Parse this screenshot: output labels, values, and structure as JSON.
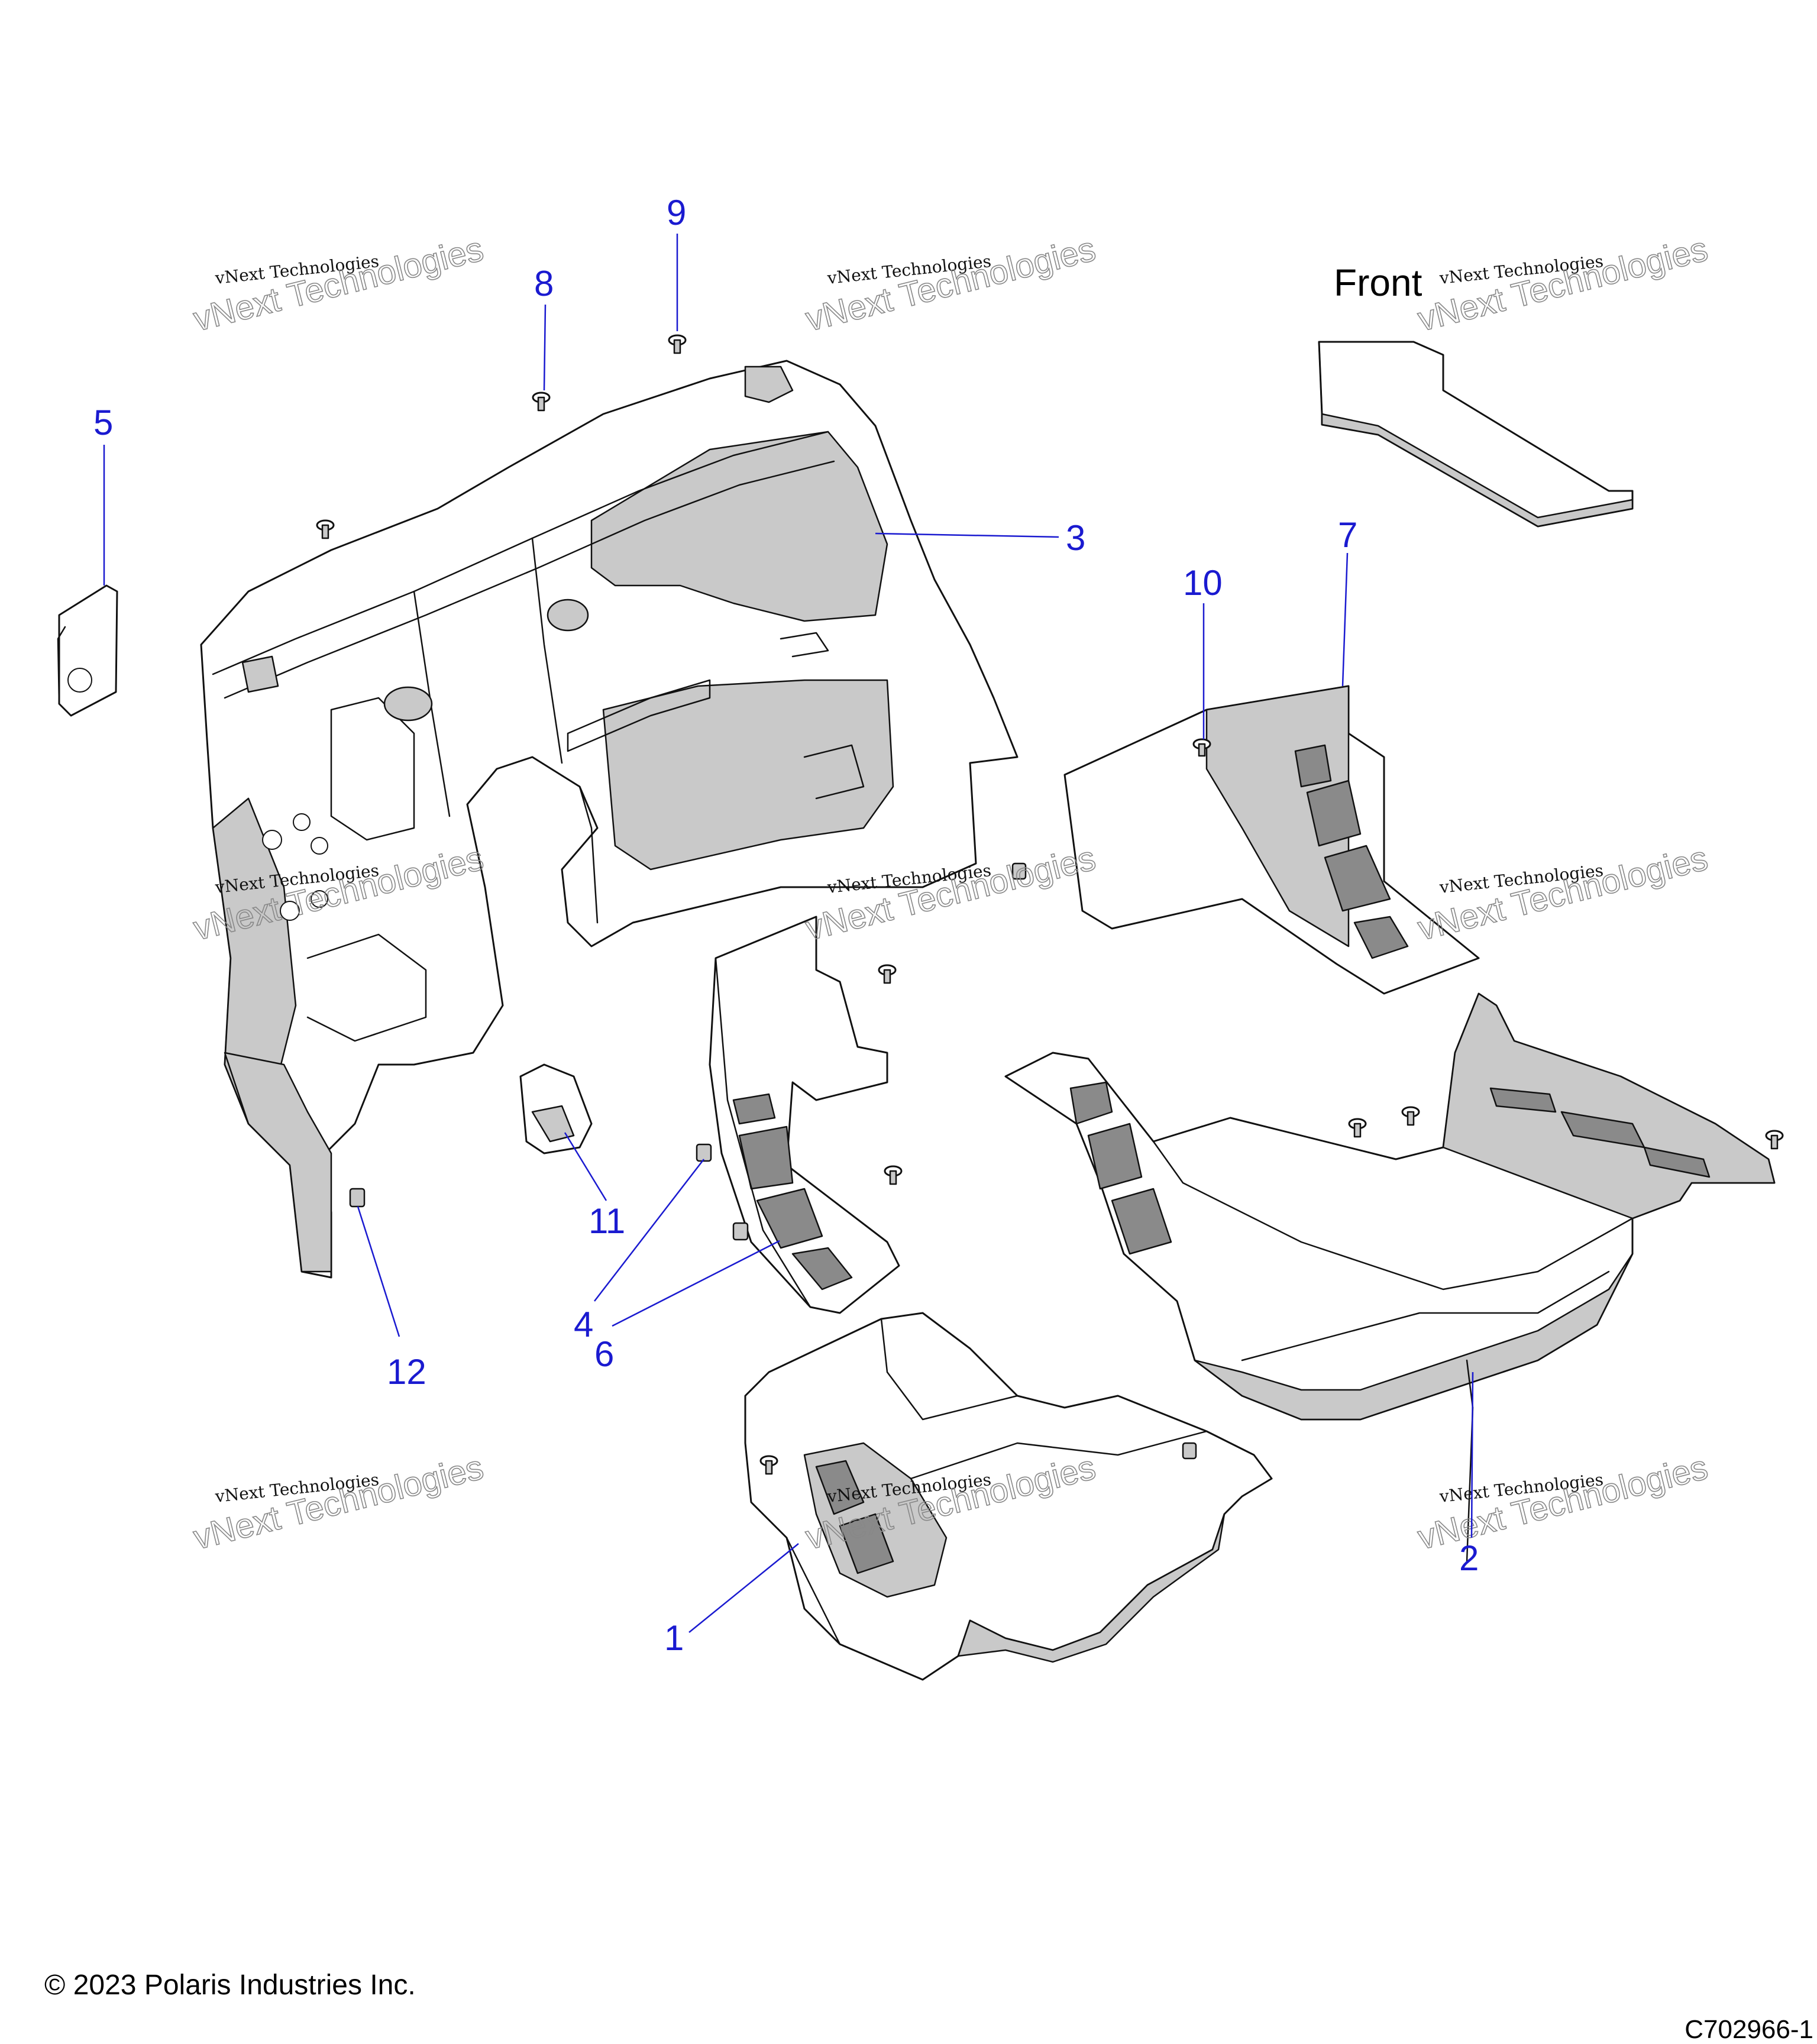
{
  "diagram": {
    "front_label": "Front",
    "copyright": "© 2023 Polaris Industries Inc.",
    "figure_code": "C702966-1",
    "watermark": {
      "line1": "vNext Technologies",
      "line2": "vNext Technologies"
    },
    "callouts": [
      "1",
      "2",
      "3",
      "4",
      "5",
      "6",
      "7",
      "8",
      "9",
      "10",
      "11",
      "12"
    ],
    "colors": {
      "callout": "#1a1ad0",
      "outline": "#111111",
      "shade": "#c9c9c9",
      "mesh": "#8a8a8a"
    }
  }
}
